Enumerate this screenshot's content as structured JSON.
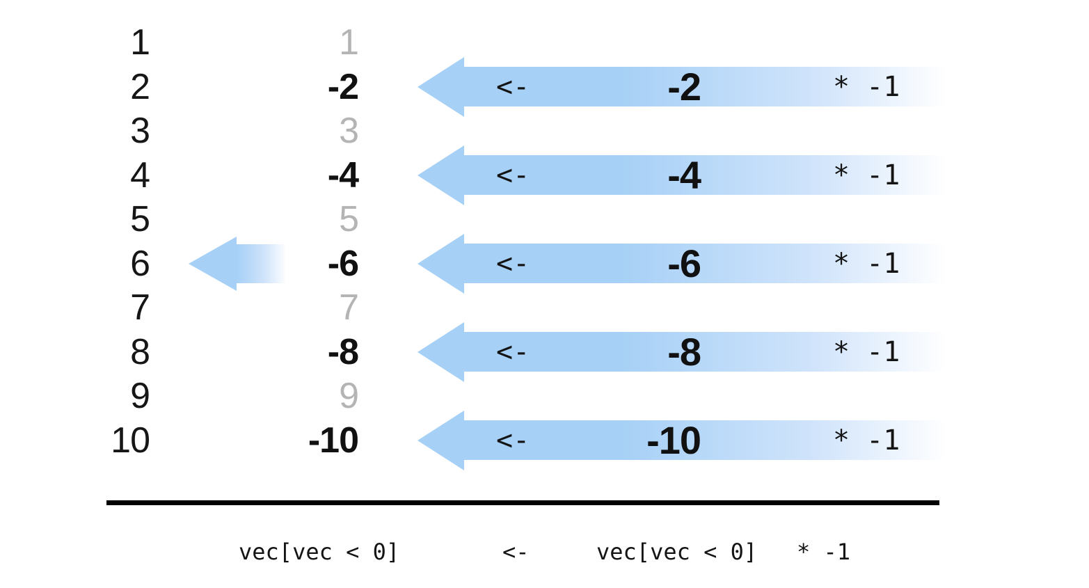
{
  "colors": {
    "arrow_blue": "#a6d0f6",
    "arrow_blue_mid": "#cfe3fb",
    "gray_value": "#b4b4b4",
    "text_black": "#161616"
  },
  "vector_rows": [
    {
      "index": "1",
      "value": "1",
      "negative": false,
      "big_arrow": false,
      "small_arrow": false
    },
    {
      "index": "2",
      "value": "-2",
      "negative": true,
      "big_arrow": true,
      "small_arrow": false
    },
    {
      "index": "3",
      "value": "3",
      "negative": false,
      "big_arrow": false,
      "small_arrow": false
    },
    {
      "index": "4",
      "value": "-4",
      "negative": true,
      "big_arrow": true,
      "small_arrow": false
    },
    {
      "index": "5",
      "value": "5",
      "negative": false,
      "big_arrow": false,
      "small_arrow": false
    },
    {
      "index": "6",
      "value": "-6",
      "negative": true,
      "big_arrow": true,
      "small_arrow": true
    },
    {
      "index": "7",
      "value": "7",
      "negative": false,
      "big_arrow": false,
      "small_arrow": false
    },
    {
      "index": "8",
      "value": "-8",
      "negative": true,
      "big_arrow": true,
      "small_arrow": false
    },
    {
      "index": "9",
      "value": "9",
      "negative": false,
      "big_arrow": false,
      "small_arrow": false
    },
    {
      "index": "10",
      "value": "-10",
      "negative": true,
      "big_arrow": true,
      "small_arrow": false
    }
  ],
  "arrow_labels": {
    "assign": "<-",
    "multiply": "* -1"
  },
  "code_line": {
    "lhs": "vec[vec < 0]",
    "assign": "<-",
    "rhs": "vec[vec < 0]",
    "multiply": "* -1"
  }
}
